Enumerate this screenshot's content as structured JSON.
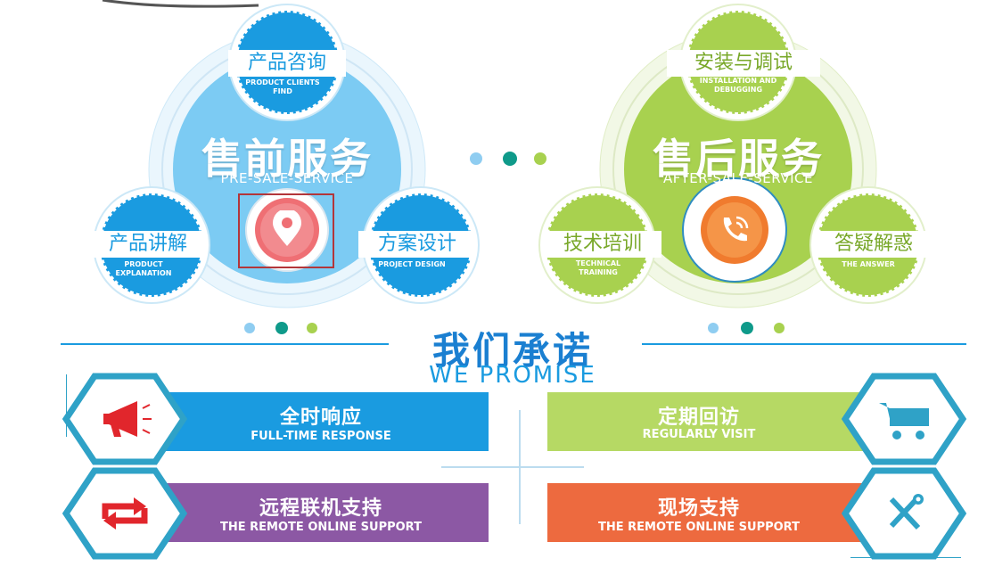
{
  "pre_sale": {
    "title_cn": "售前服务",
    "title_en": "PRE-SALE-SERVICE",
    "top": {
      "cn": "产品咨询",
      "en": "PRODUCT CLIENTS FIND"
    },
    "left": {
      "cn": "产品讲解",
      "en": "PRODUCT EXPLANATION"
    },
    "right": {
      "cn": "方案设计",
      "en": "PROJECT DESIGN"
    },
    "center_icon": "location-pin-icon"
  },
  "after_sale": {
    "title_cn": "售后服务",
    "title_en": "AFTER-SALE-SERVICE",
    "top": {
      "cn": "安装与调试",
      "en": "INSTALLATION AND DEBUGGING"
    },
    "left": {
      "cn": "技术培训",
      "en": "TECHNICAL TRAINING"
    },
    "right": {
      "cn": "答疑解惑",
      "en": "THE ANSWER"
    },
    "center_icon": "phone-icon"
  },
  "promise": {
    "title_cn": "我们承诺",
    "title_en": "WE PROMISE"
  },
  "items": [
    {
      "cn": "全时响应",
      "en": "FULL-TIME RESPONSE",
      "icon": "megaphone-icon"
    },
    {
      "cn": "定期回访",
      "en": "REGULARLY VISIT",
      "icon": "cart-icon"
    },
    {
      "cn": "远程联机支持",
      "en": "THE REMOTE ONLINE SUPPORT",
      "icon": "refresh-icon"
    },
    {
      "cn": "现场支持",
      "en": "THE REMOTE ONLINE SUPPORT",
      "icon": "tools-icon"
    }
  ],
  "colors": {
    "blue": "#1a9be0",
    "blue_light": "#7ccbf3",
    "green": "#a8d14f",
    "green_light": "#b6d964",
    "purple": "#8c58a4",
    "orange": "#ed6a3f",
    "teal": "#0f9a8a",
    "hex_border": "#2fa2c7"
  }
}
